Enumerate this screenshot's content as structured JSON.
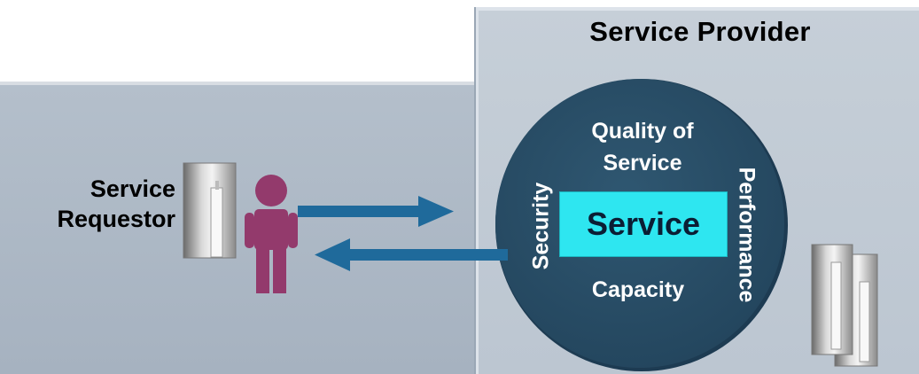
{
  "provider": {
    "title": "Service Provider"
  },
  "requestor": {
    "line1": "Service",
    "line2": "Requestor"
  },
  "circle": {
    "quality_line1": "Quality of",
    "quality_line2": "Service",
    "security": "Security",
    "performance": "Performance",
    "capacity": "Capacity",
    "service": "Service"
  },
  "colors": {
    "requestor_band": "#a9b5c3",
    "provider_panel": "#c3ccd6",
    "circle": "#2a4e66",
    "arrow": "#1f6a9b",
    "person": "#933a6c",
    "service_box": "#2ee6f0"
  },
  "icons": {
    "person": "person-icon",
    "requestor_server": "server-icon",
    "provider_servers": "server-cluster-icon",
    "request_arrow": "arrow-right-icon",
    "response_arrow": "arrow-left-icon"
  }
}
